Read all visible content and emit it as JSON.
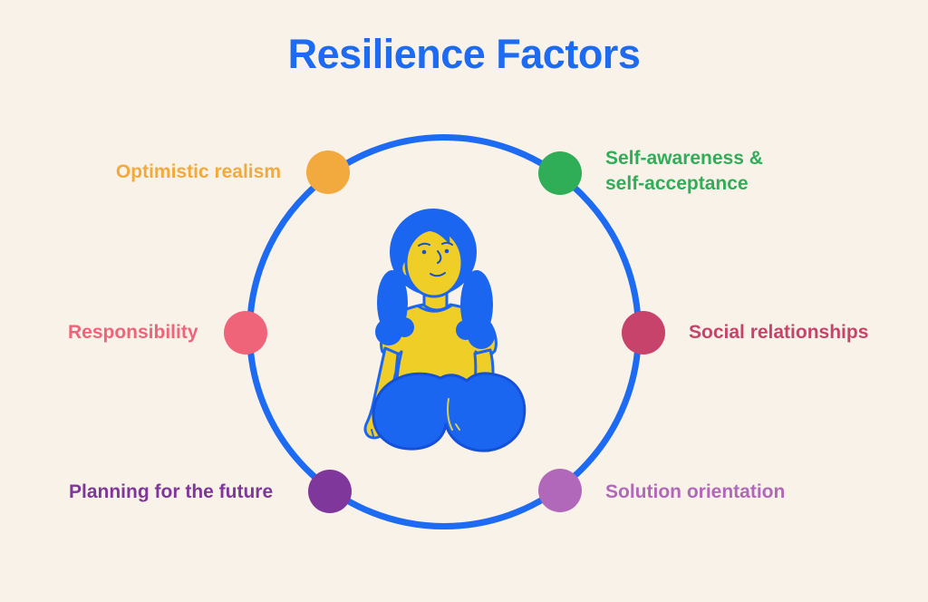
{
  "background_color": "#F8F2E8",
  "title": {
    "text": "Resilience Factors",
    "color": "#1D6AF3"
  },
  "circle": {
    "color": "#1D6AF3"
  },
  "illustration": {
    "description": "Woman with long blue hair, yellow skin and shirt, blue pants, kneeling on the floor",
    "hair_color": "#1B66F0",
    "skin_shirt_color": "#EFCE27",
    "pants_color": "#1B66F0",
    "outline_color": "#1450D8"
  },
  "factors": [
    {
      "id": "optimistic-realism",
      "label": "Optimistic realism",
      "color": "#F2A93D",
      "position": "top-left"
    },
    {
      "id": "self-awareness",
      "label": "Self-awareness & self-acceptance",
      "color": "#2FAE57",
      "position": "top-right"
    },
    {
      "id": "responsibility",
      "label": "Responsibility",
      "color": "#F0647A",
      "position": "left"
    },
    {
      "id": "social-relationships",
      "label": "Social relationships",
      "color": "#C8436B",
      "position": "right"
    },
    {
      "id": "planning-for-future",
      "label": "Planning for the future",
      "color": "#80379B",
      "position": "bottom-left"
    },
    {
      "id": "solution-orientation",
      "label": "Solution orientation",
      "color": "#B268BA",
      "position": "bottom-right"
    }
  ]
}
